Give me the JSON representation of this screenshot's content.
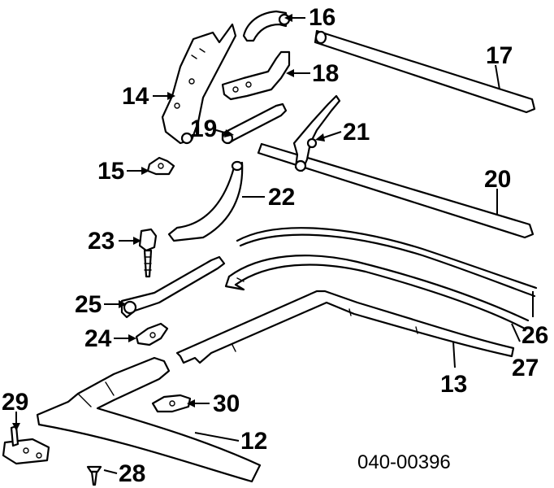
{
  "callouts": {
    "c12": "12",
    "c13": "13",
    "c14": "14",
    "c15": "15",
    "c16": "16",
    "c17": "17",
    "c18": "18",
    "c19": "19",
    "c20": "20",
    "c21": "21",
    "c22": "22",
    "c23": "23",
    "c24": "24",
    "c25": "25",
    "c26": "26",
    "c27": "27",
    "c28": "28",
    "c29": "29",
    "c30": "30"
  },
  "reference_code": "040-00396",
  "colors": {
    "ink": "#000000",
    "paper": "#ffffff"
  }
}
